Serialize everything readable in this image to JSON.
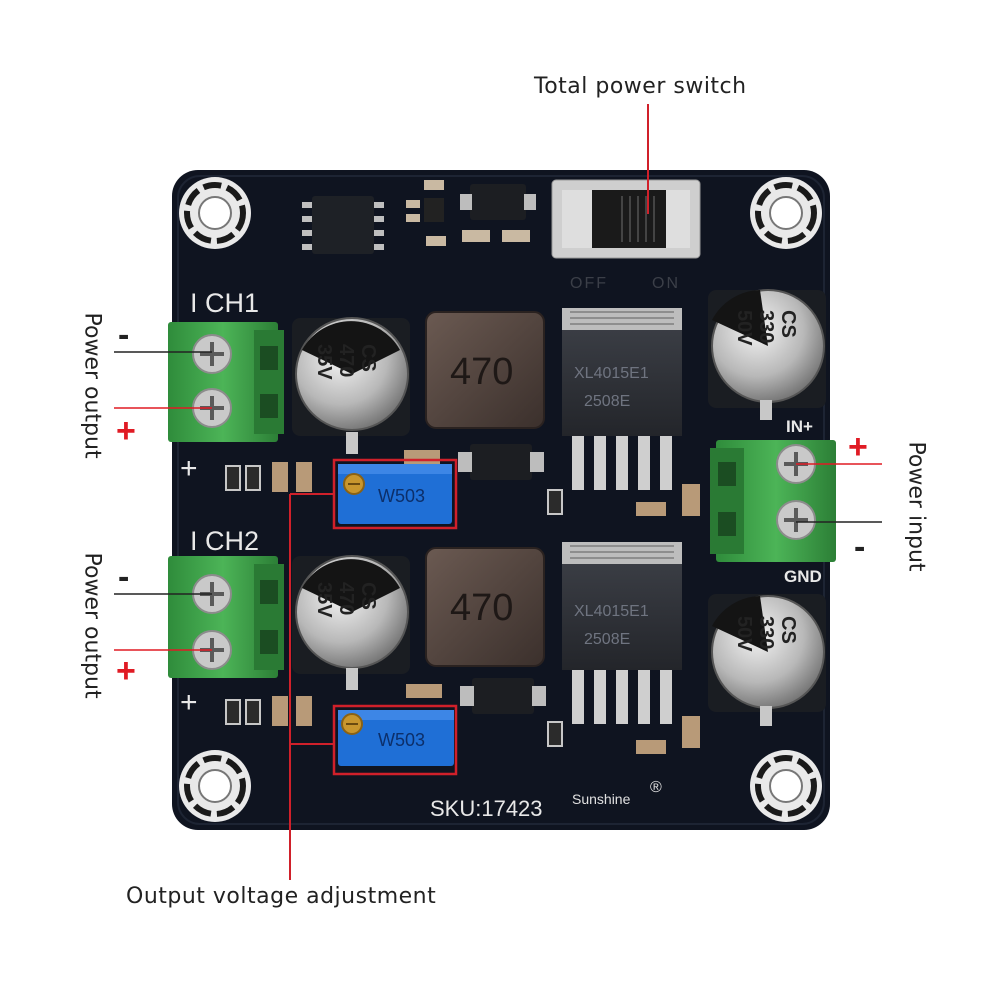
{
  "callouts": {
    "switch": "Total power switch",
    "adjust": "Output voltage adjustment",
    "out1": "Power output",
    "out2": "Power output",
    "input": "Power input"
  },
  "signs": {
    "out1_minus": "-",
    "out1_plus": "+",
    "out2_minus": "-",
    "out2_plus": "+",
    "in_plus": "+",
    "in_minus": "-"
  },
  "board": {
    "ch1": "I CH1",
    "ch2": "I CH2",
    "plus1": "+",
    "plus2": "+",
    "in_label": "IN+",
    "gnd_label": "GND",
    "sku": "SKU:17423",
    "brand": "Sunshine",
    "registered": "®",
    "switch_off": "OFF",
    "switch_on": "ON",
    "cap470_brand": "CS",
    "cap470_value": "470",
    "cap470_volt": "35V",
    "cap330_brand": "CS",
    "cap330_value": "330",
    "cap330_volt": "50V",
    "inductor": "470",
    "chip_model": "XL4015E1",
    "chip1_code": "2508E",
    "chip2_code": "2508E",
    "pot": "W503"
  },
  "colors": {
    "pcb": "#0f1420",
    "terminal": "#3fa24a",
    "pot": "#1f6fd6",
    "callout_line": "#d0202a",
    "sign_red": "#e01b24"
  }
}
